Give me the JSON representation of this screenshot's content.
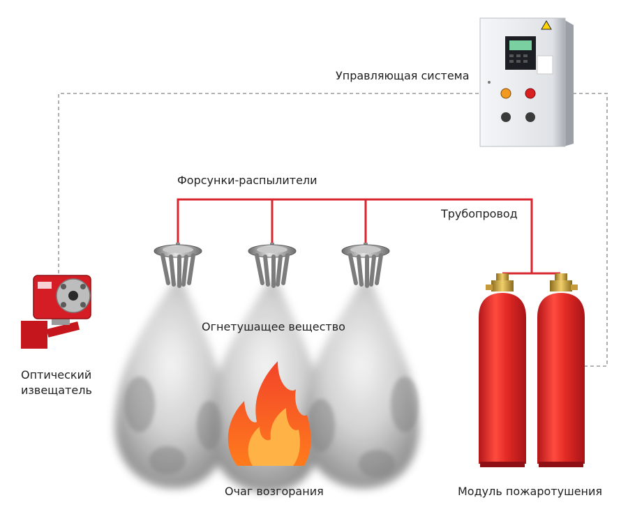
{
  "diagram": {
    "labels": {
      "control_system": "Управляющая система",
      "nozzles": "Форсунки-распылители",
      "pipeline": "Трубопровод",
      "extinguishing_agent": "Огнетушащее вещество",
      "optical_detector": "Оптический извещатель",
      "fire_source": "Очаг возгорания",
      "suppression_module": "Модуль пожаротушения"
    },
    "colors": {
      "pipe": "#d9252e",
      "signal_line": "#9a9a9a",
      "cylinder": "#e02a24",
      "flame_outer": "#ff5a1e",
      "flame_inner": "#ffb347",
      "cabinet": "#e9ebee"
    }
  }
}
